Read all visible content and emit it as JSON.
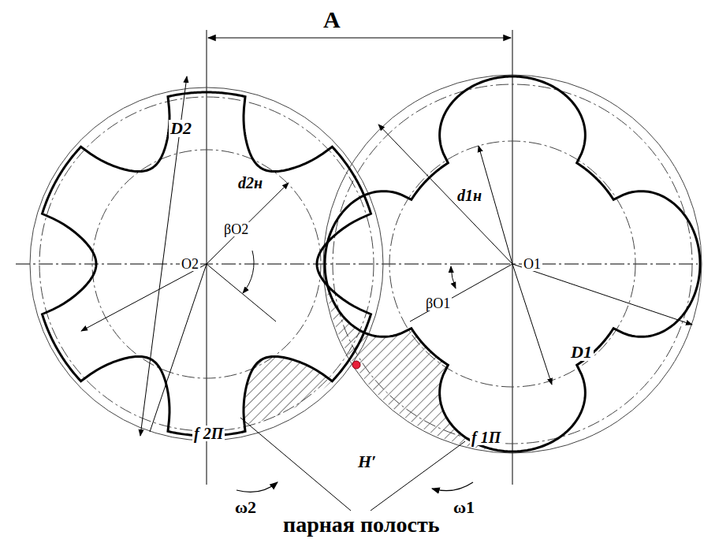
{
  "diagram": {
    "labels": [
      "A",
      "D2",
      "d2н",
      "βO2",
      "O2",
      "O1",
      "βO1",
      "d1н",
      "D1",
      "f 2П",
      "f 1П",
      "H′",
      "ω2",
      "ω1",
      "парная полость"
    ]
  }
}
